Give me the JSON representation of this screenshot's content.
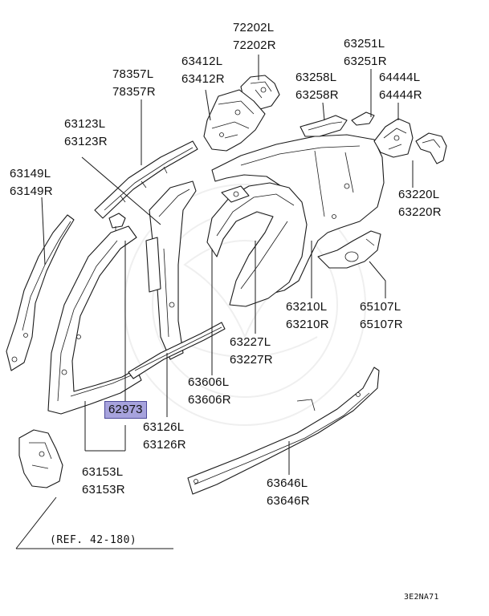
{
  "labels": {
    "p72202": [
      "72202L",
      "72202R"
    ],
    "p63251": [
      "63251L",
      "63251R"
    ],
    "p78357": [
      "78357L",
      "78357R"
    ],
    "p63412": [
      "63412L",
      "63412R"
    ],
    "p63258": [
      "63258L",
      "63258R"
    ],
    "p64444": [
      "64444L",
      "64444R"
    ],
    "p63123": [
      "63123L",
      "63123R"
    ],
    "p63149": [
      "63149L",
      "63149R"
    ],
    "p63220": [
      "63220L",
      "63220R"
    ],
    "p63210": [
      "63210L",
      "63210R"
    ],
    "p65107": [
      "65107L",
      "65107R"
    ],
    "p63227": [
      "63227L",
      "63227R"
    ],
    "p63606": [
      "63606L",
      "63606R"
    ],
    "p62973": "62973",
    "p63126": [
      "63126L",
      "63126R"
    ],
    "p63153": [
      "63153L",
      "63153R"
    ],
    "p63646": [
      "63646L",
      "63646R"
    ]
  },
  "reference": "(REF. 42-180)",
  "diagram_code": "3E2NA71",
  "colors": {
    "highlight_fill": "#a7a3dd",
    "highlight_border": "#4d4a9a",
    "line": "#1a1a1a"
  }
}
